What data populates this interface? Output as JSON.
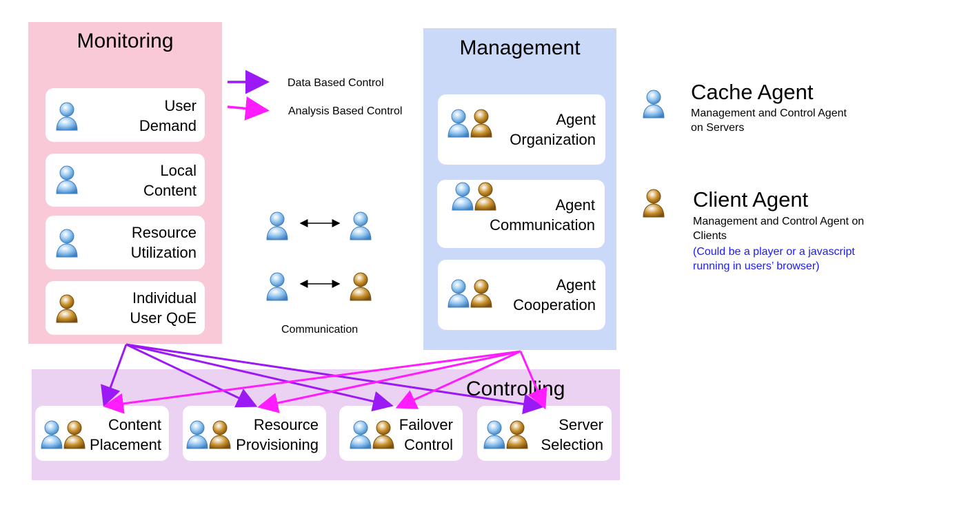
{
  "colors": {
    "monitoring_bg": "#f9c9d7",
    "management_bg": "#c9d9f7",
    "controlling_bg": "#ecd2f2",
    "data_control_arrow": "#9b19f5",
    "analysis_control_arrow": "#ff1dff",
    "cache_agent": "#8fc3ee",
    "client_agent": "#c8912c"
  },
  "monitoring": {
    "title": "Monitoring",
    "cards": [
      {
        "label": "User\nDemand",
        "agents": [
          "cache"
        ]
      },
      {
        "label": "Local\nContent",
        "agents": [
          "cache"
        ]
      },
      {
        "label": "Resource\nUtilization",
        "agents": [
          "cache"
        ]
      },
      {
        "label": "Individual\nUser QoE",
        "agents": [
          "client"
        ]
      }
    ]
  },
  "management": {
    "title": "Management",
    "cards": [
      {
        "label": "Agent\nOrganization",
        "agents": [
          "cache",
          "client"
        ]
      },
      {
        "label": "Agent\nCommunication",
        "agents": [
          "cache",
          "client"
        ]
      },
      {
        "label": "Agent\nCooperation",
        "agents": [
          "cache",
          "client"
        ]
      }
    ]
  },
  "controlling": {
    "title": "Controlling",
    "cards": [
      {
        "label": "Content\nPlacement",
        "agents": [
          "cache",
          "client"
        ]
      },
      {
        "label": "Resource\nProvisioning",
        "agents": [
          "cache",
          "client"
        ]
      },
      {
        "label": "Failover\nControl",
        "agents": [
          "cache",
          "client"
        ]
      },
      {
        "label": "Server\nSelection",
        "agents": [
          "cache",
          "client"
        ]
      }
    ]
  },
  "arrow_legend": {
    "data_based": "Data Based Control",
    "analysis_based": "Analysis Based Control"
  },
  "communication": {
    "label": "Communication",
    "pairs": [
      [
        "cache",
        "cache"
      ],
      [
        "cache",
        "client"
      ]
    ]
  },
  "agent_legend": {
    "cache": {
      "title": "Cache Agent",
      "description": "Management and Control Agent\non Servers"
    },
    "client": {
      "title": "Client Agent",
      "description": "Management and Control Agent on\nClients",
      "note": "(Could be a player or  a javascript\nrunning in users’ browser)"
    }
  }
}
